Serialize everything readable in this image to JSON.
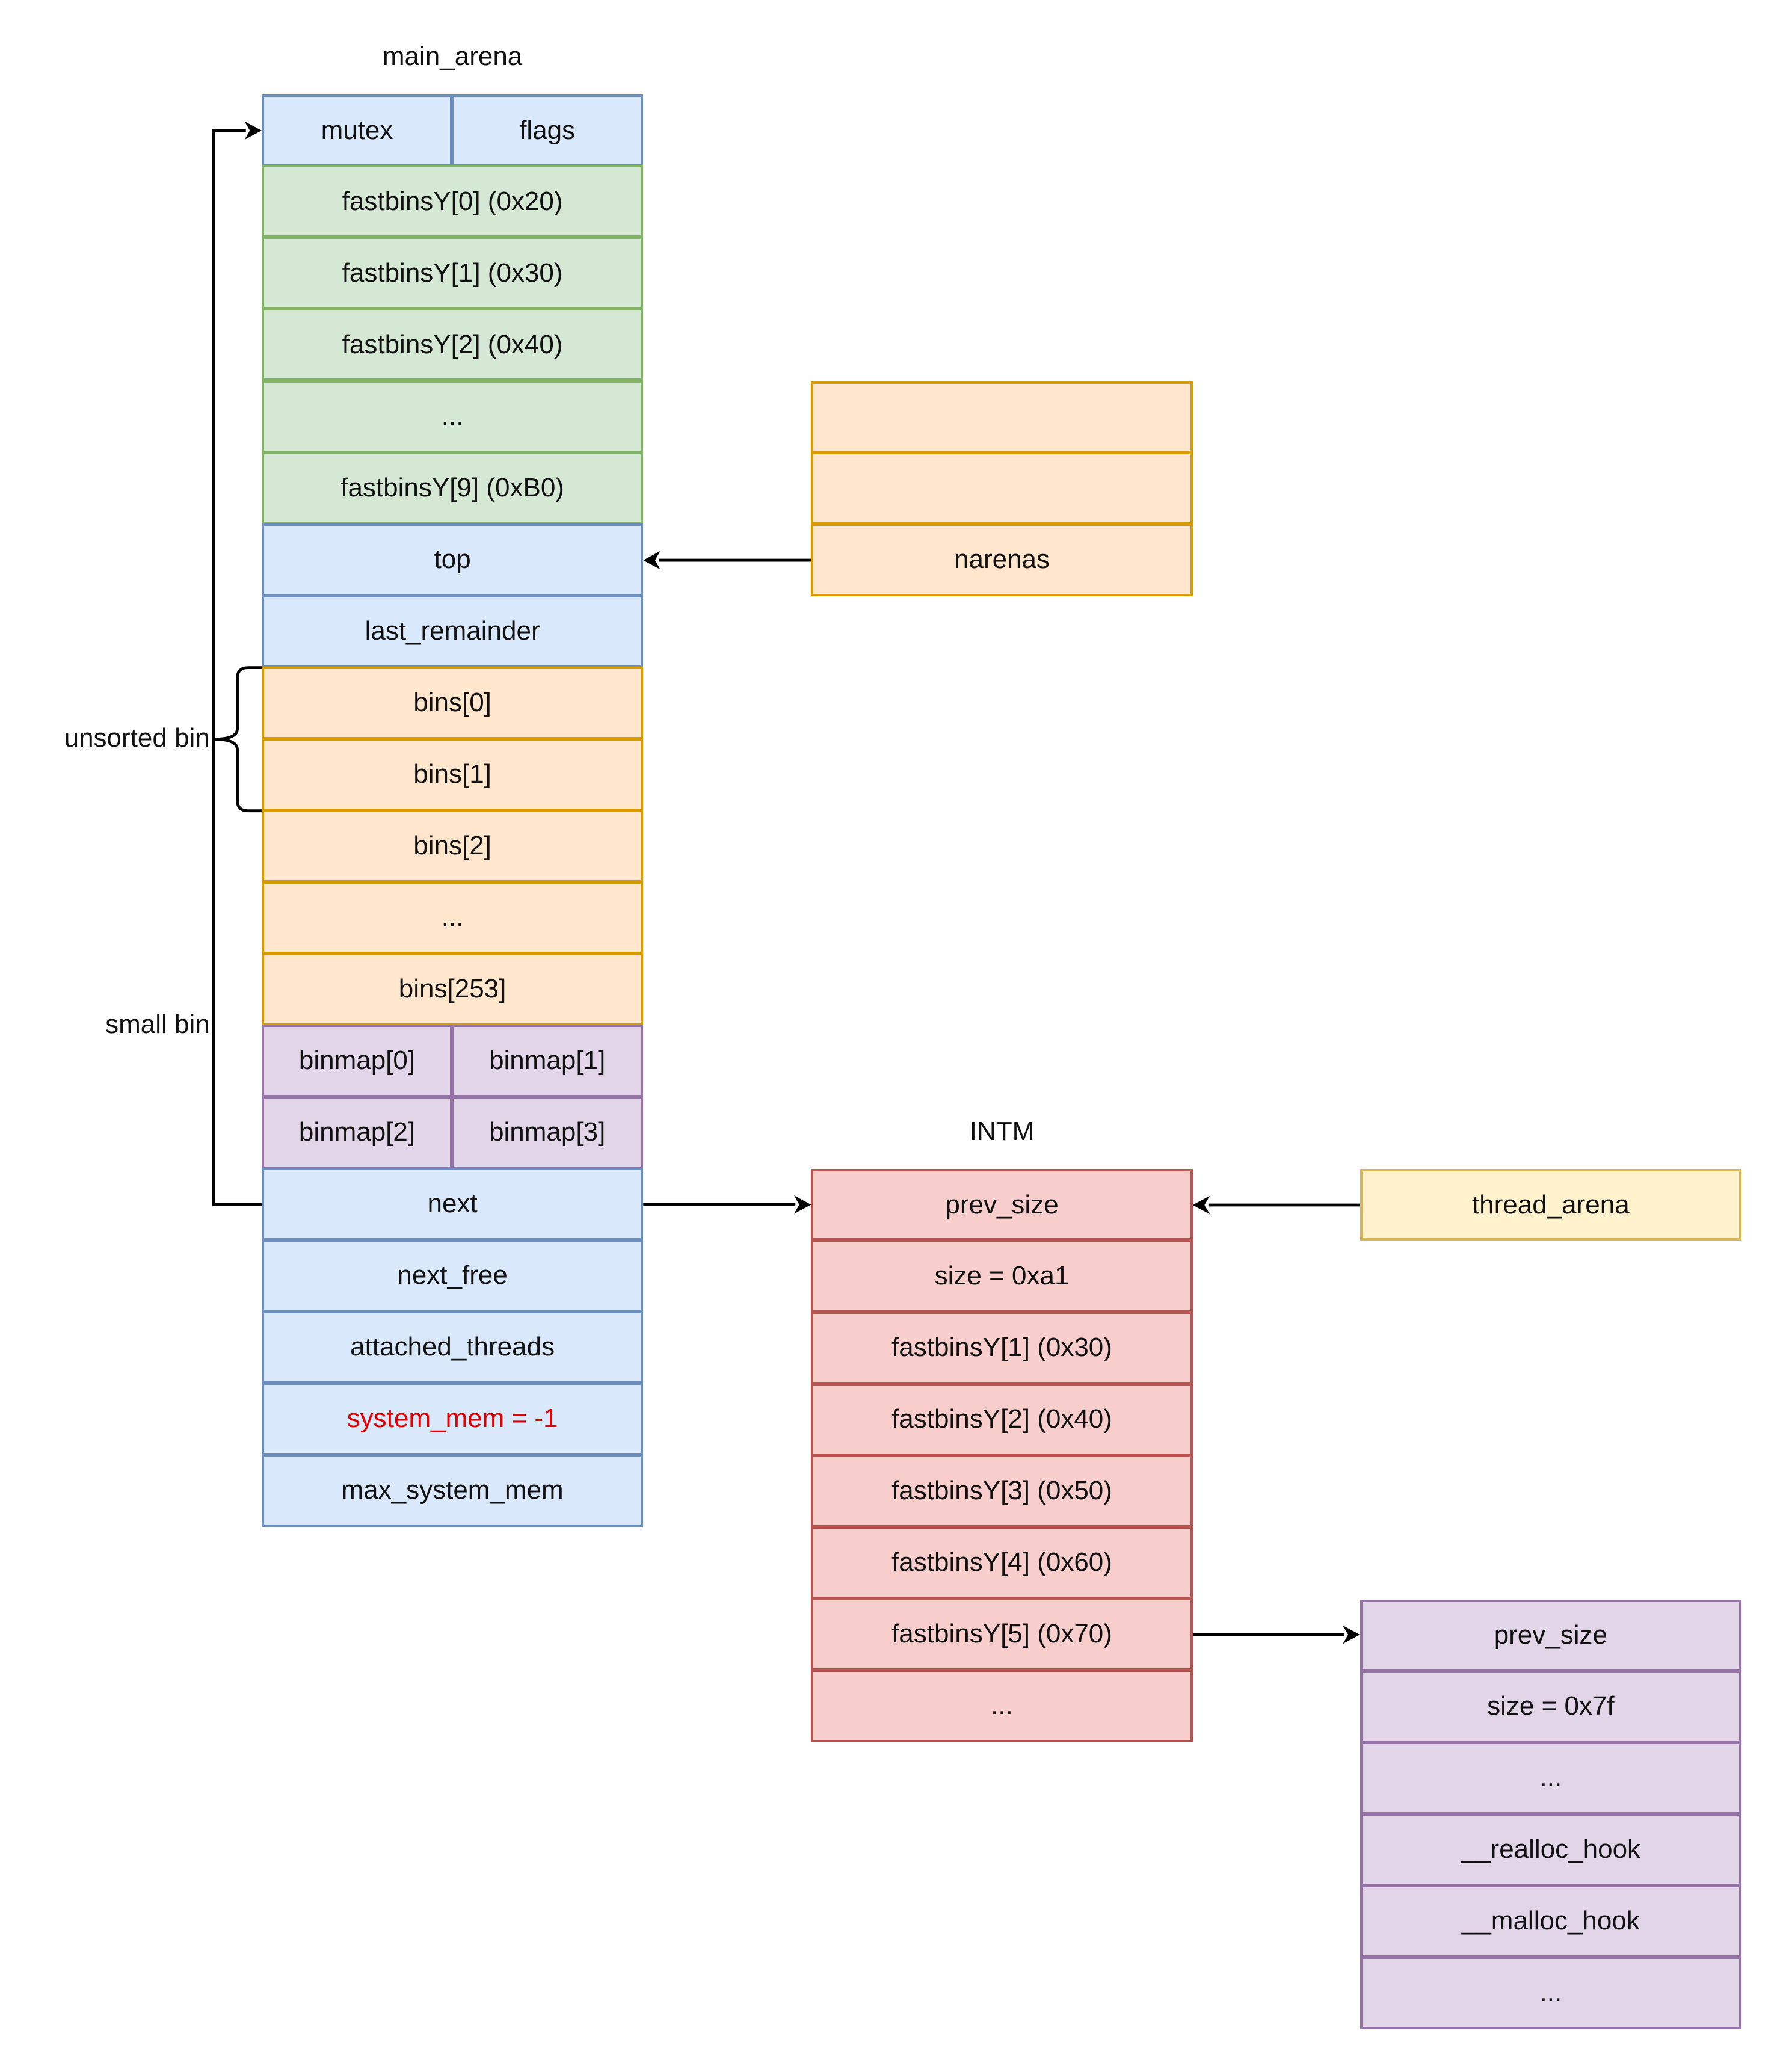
{
  "main_arena": {
    "title": "main_arena",
    "rows": [
      {
        "cells": [
          "mutex",
          "flags"
        ],
        "style": "blue"
      },
      {
        "cells": [
          "fastbinsY[0] (0x20)"
        ],
        "style": "green"
      },
      {
        "cells": [
          "fastbinsY[1] (0x30)"
        ],
        "style": "green"
      },
      {
        "cells": [
          "fastbinsY[2] (0x40)"
        ],
        "style": "green"
      },
      {
        "cells": [
          "..."
        ],
        "style": "green"
      },
      {
        "cells": [
          "fastbinsY[9] (0xB0)"
        ],
        "style": "green"
      },
      {
        "cells": [
          "top"
        ],
        "style": "blue"
      },
      {
        "cells": [
          "last_remainder"
        ],
        "style": "blue"
      },
      {
        "cells": [
          "bins[0]"
        ],
        "style": "orange"
      },
      {
        "cells": [
          "bins[1]"
        ],
        "style": "orange"
      },
      {
        "cells": [
          "bins[2]"
        ],
        "style": "orange"
      },
      {
        "cells": [
          "..."
        ],
        "style": "orange"
      },
      {
        "cells": [
          "bins[253]"
        ],
        "style": "orange"
      },
      {
        "cells": [
          "binmap[0]",
          "binmap[1]"
        ],
        "style": "purple"
      },
      {
        "cells": [
          "binmap[2]",
          "binmap[3]"
        ],
        "style": "purple"
      },
      {
        "cells": [
          "next"
        ],
        "style": "blue"
      },
      {
        "cells": [
          "next_free"
        ],
        "style": "blue"
      },
      {
        "cells": [
          "attached_threads"
        ],
        "style": "blue"
      },
      {
        "cells": [
          "system_mem = -1"
        ],
        "style": "blue",
        "text_color": "#e00000"
      },
      {
        "cells": [
          "max_system_mem"
        ],
        "style": "blue"
      }
    ]
  },
  "narenas_box": {
    "rows": [
      {
        "cells": [
          ""
        ],
        "style": "orange"
      },
      {
        "cells": [
          ""
        ],
        "style": "orange"
      },
      {
        "cells": [
          "narenas"
        ],
        "style": "orange"
      }
    ]
  },
  "intm": {
    "title": "INTM",
    "rows": [
      {
        "cells": [
          "prev_size"
        ],
        "style": "red"
      },
      {
        "cells": [
          "size = 0xa1"
        ],
        "style": "red"
      },
      {
        "cells": [
          "fastbinsY[1] (0x30)"
        ],
        "style": "red"
      },
      {
        "cells": [
          "fastbinsY[2] (0x40)"
        ],
        "style": "red"
      },
      {
        "cells": [
          "fastbinsY[3] (0x50)"
        ],
        "style": "red"
      },
      {
        "cells": [
          "fastbinsY[4] (0x60)"
        ],
        "style": "red"
      },
      {
        "cells": [
          "fastbinsY[5] (0x70)"
        ],
        "style": "red"
      },
      {
        "cells": [
          "..."
        ],
        "style": "red"
      }
    ]
  },
  "thread_arena": {
    "rows": [
      {
        "cells": [
          "thread_arena"
        ],
        "style": "yellow"
      }
    ]
  },
  "fake_chunk": {
    "rows": [
      {
        "cells": [
          "prev_size"
        ],
        "style": "purple"
      },
      {
        "cells": [
          "size = 0x7f"
        ],
        "style": "purple"
      },
      {
        "cells": [
          "..."
        ],
        "style": "purple"
      },
      {
        "cells": [
          "__realloc_hook"
        ],
        "style": "purple"
      },
      {
        "cells": [
          "__malloc_hook"
        ],
        "style": "purple"
      },
      {
        "cells": [
          "..."
        ],
        "style": "purple"
      }
    ]
  },
  "annotations": {
    "unsorted_bin": "unsorted bin",
    "small_bin": "small bin"
  },
  "colors": {
    "line": "#000000",
    "highlight_text": "#e00000"
  }
}
